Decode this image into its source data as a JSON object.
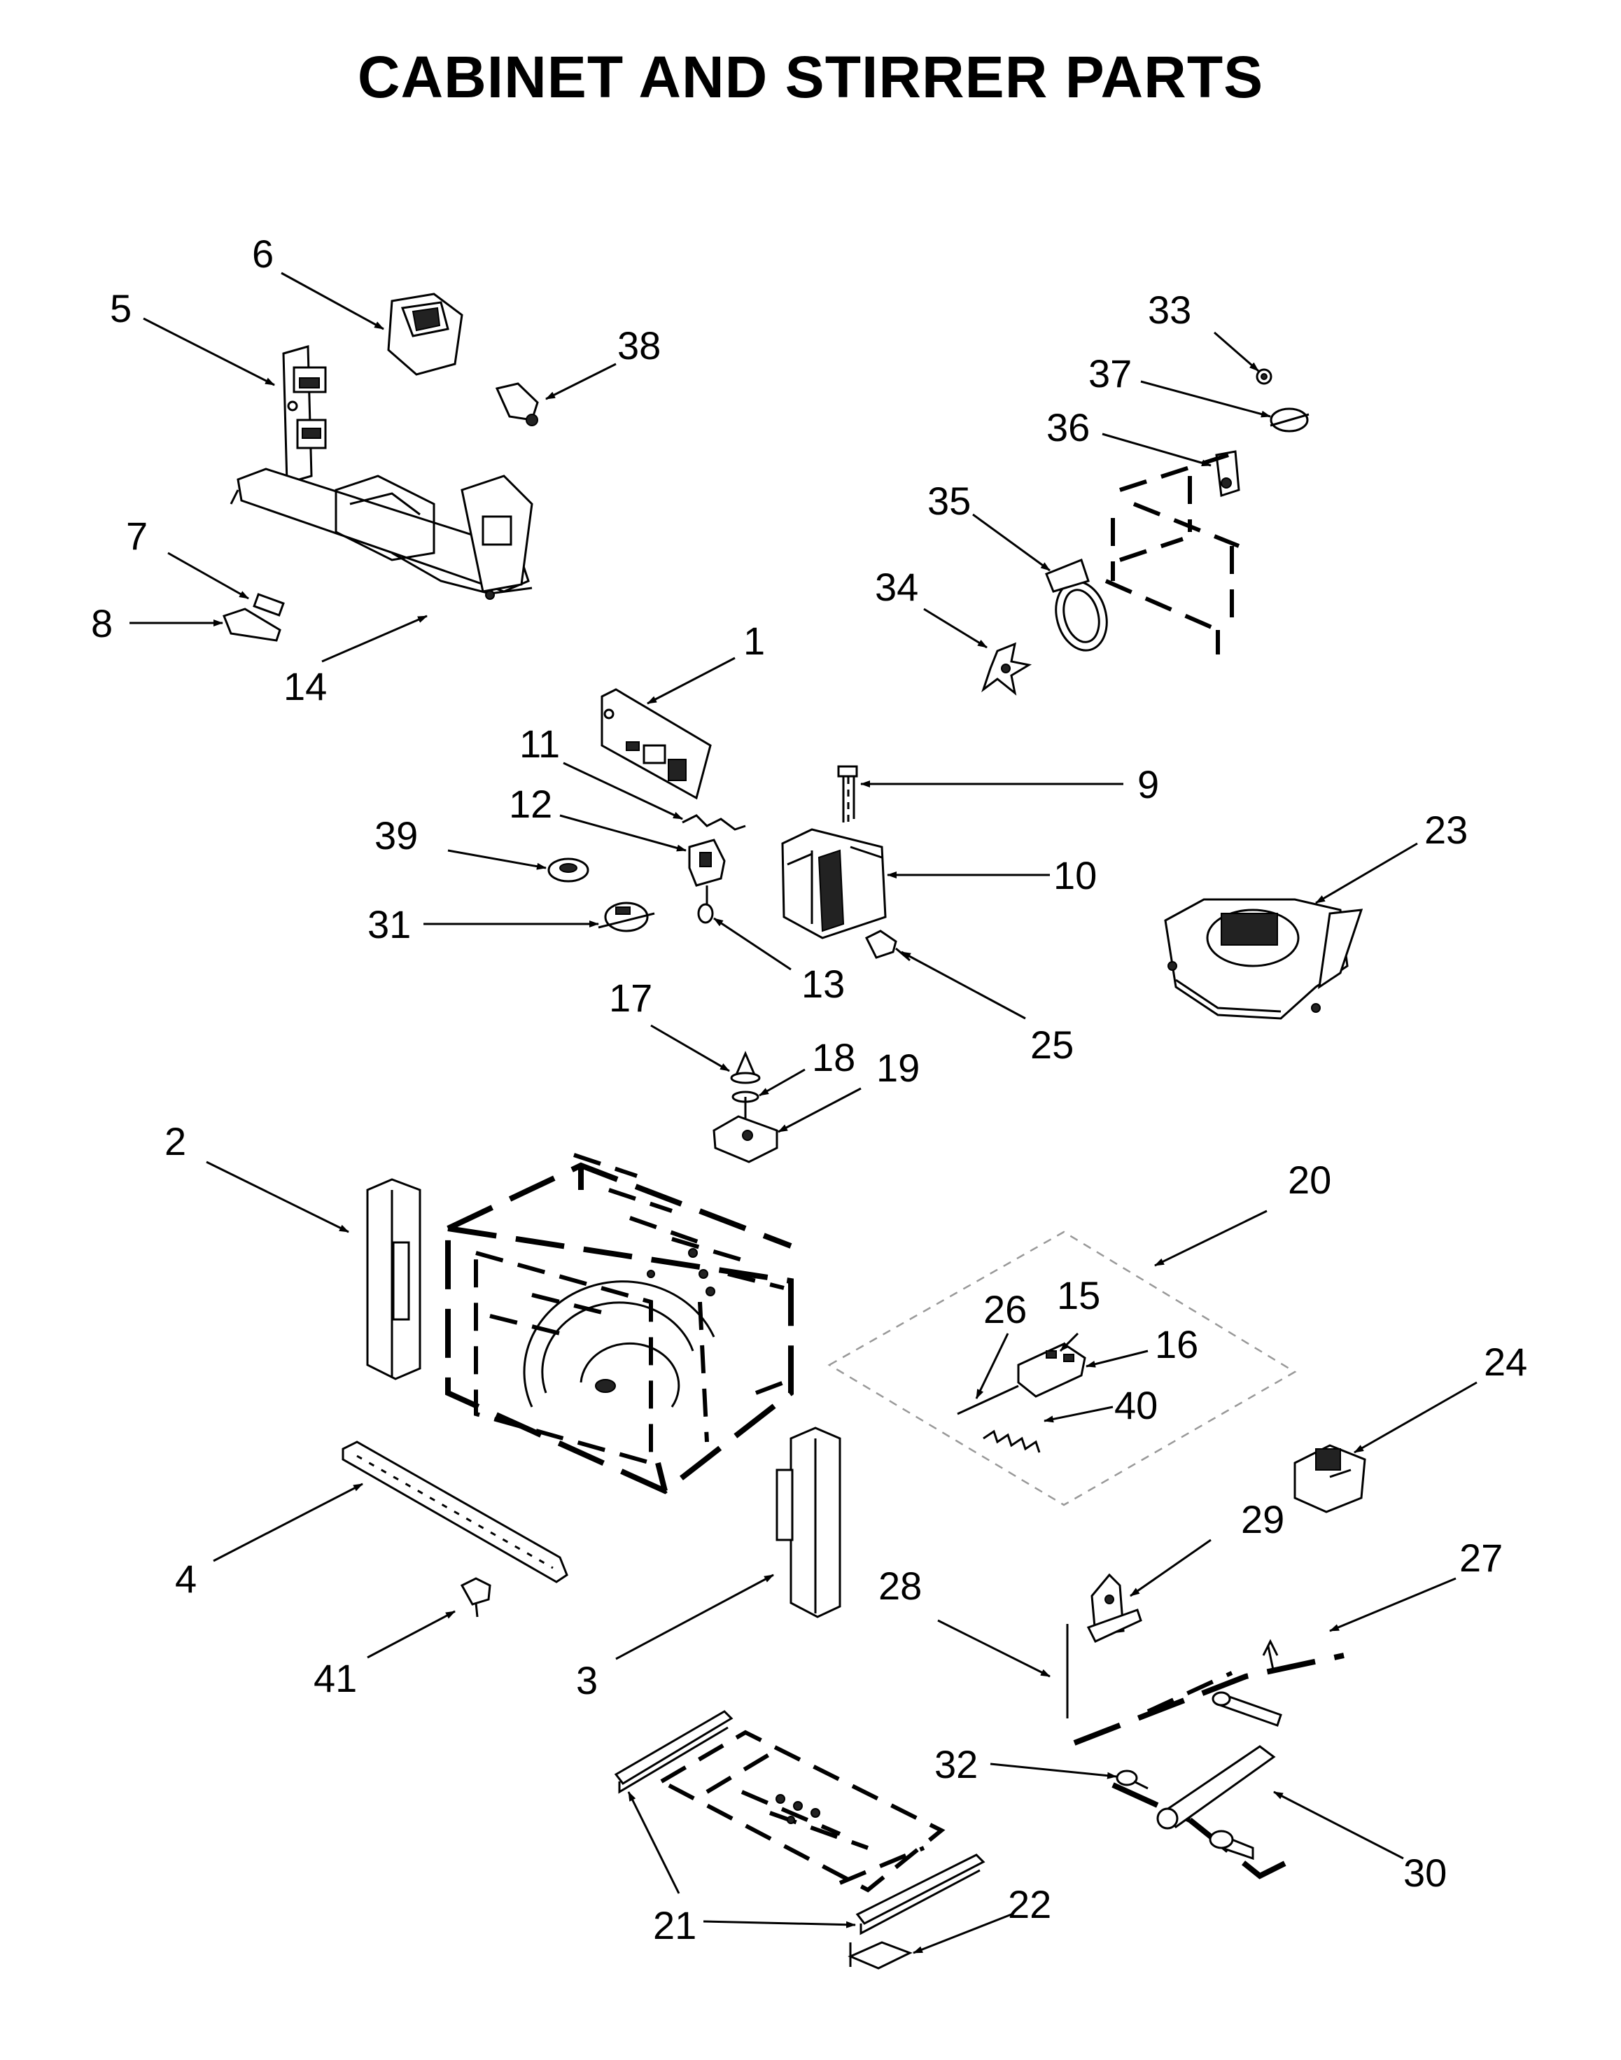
{
  "title": "CABINET AND STIRRER PARTS",
  "callouts": {
    "c1": "1",
    "c2": "2",
    "c3": "3",
    "c4": "4",
    "c5": "5",
    "c6": "6",
    "c7": "7",
    "c8": "8",
    "c9": "9",
    "c10": "10",
    "c11": "11",
    "c12": "12",
    "c13": "13",
    "c14": "14",
    "c15": "15",
    "c16": "16",
    "c17": "17",
    "c18": "18",
    "c19": "19",
    "c20": "20",
    "c21": "21",
    "c22": "22",
    "c23": "23",
    "c24": "24",
    "c25": "25",
    "c26": "26",
    "c27": "27",
    "c28": "28",
    "c29": "29",
    "c30": "30",
    "c31": "31",
    "c32": "32",
    "c33": "33",
    "c34": "34",
    "c35": "35",
    "c36": "36",
    "c37": "37",
    "c38": "38",
    "c39": "39",
    "c40": "40",
    "c41": "41"
  }
}
